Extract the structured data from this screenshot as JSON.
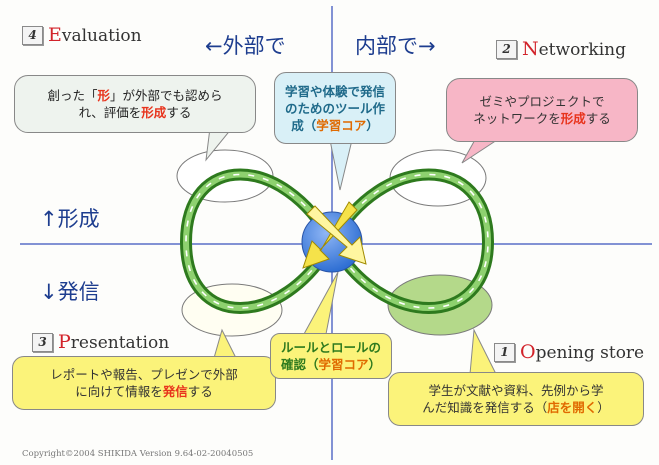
{
  "direction": {
    "outward": "←外部で",
    "inward": "内部で→"
  },
  "axis": {
    "forming": "↑形成",
    "sending": "↓発信"
  },
  "stages": [
    {
      "id": "evaluation",
      "num": "4",
      "initial": "E",
      "rest": "valuation"
    },
    {
      "id": "networking",
      "num": "2",
      "initial": "N",
      "rest": "etworking"
    },
    {
      "id": "presentation",
      "num": "3",
      "initial": "P",
      "rest": "resentation"
    },
    {
      "id": "opening",
      "num": "1",
      "initial": "O",
      "rest": "pening store"
    }
  ],
  "bubbles": {
    "evaluation": {
      "line1_a": "創った「",
      "line1_hl": "形",
      "line1_b": "」が外部でも認めら",
      "line2_a": "れ、評価を",
      "line2_hl": "形成",
      "line2_b": "する"
    },
    "center_top": {
      "line1": "学習や体験で発信",
      "line2": "のためのツール作",
      "line3_a": "成（",
      "line3_hl": "学習コア",
      "line3_b": "）"
    },
    "networking": {
      "line1": "ゼミやプロジェクトで",
      "line2_a": "ネットワークを",
      "line2_hl": "形成",
      "line2_b": "する"
    },
    "presentation": {
      "line1": "レポートや報告、プレゼンで外部",
      "line2_a": "に向けて情報を",
      "line2_hl": "発信",
      "line2_b": "する"
    },
    "center_bottom": {
      "line1": "ルールとロールの",
      "line2_a": "確認（",
      "line2_hl": "学習コア",
      "line2_b": "）"
    },
    "opening": {
      "line1": "学生が文献や資料、先例から学",
      "line2_a": "んだ知識を発信する（",
      "line2_hl": "店を開く",
      "line2_b": "）"
    }
  },
  "copyright": "Copyright©2004 SHIKIDA Version 9.64-02-20040505",
  "colors": {
    "axis": "#5a6ec8",
    "loop_outer": "#2e7a1e",
    "loop_inner": "#8ed16f",
    "core_circle": "#2f6fd3",
    "bubble_eval": "#eef3ee",
    "bubble_center_top": "#d9f0f7",
    "bubble_networking": "#f7b6c6",
    "bubble_presentation": "#fbf37a",
    "bubble_center_bottom": "#fbf37a",
    "bubble_opening": "#fbf37a",
    "highlight_red": "#e8331c",
    "highlight_orange": "#e06a00"
  }
}
